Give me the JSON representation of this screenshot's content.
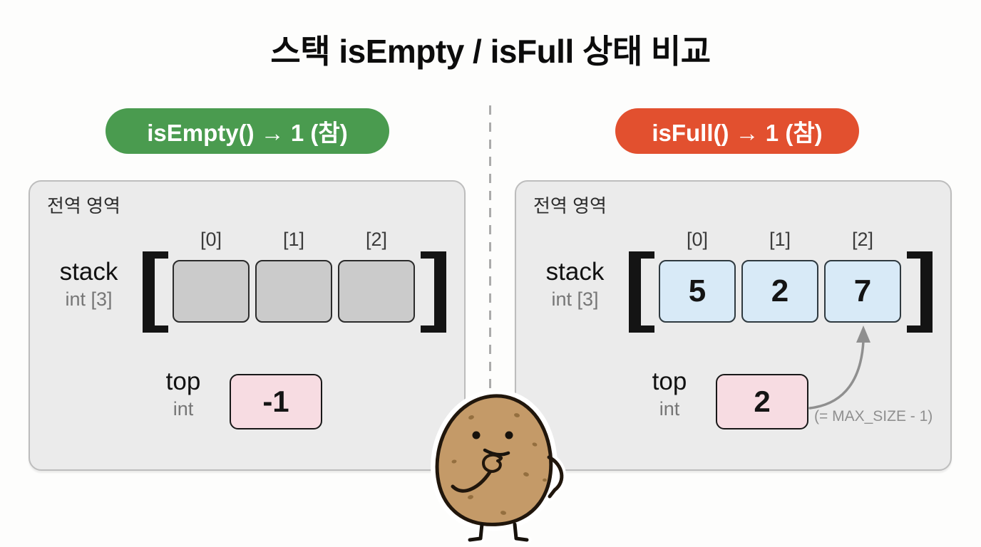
{
  "title": "스택 isEmpty / isFull 상태 비교",
  "left": {
    "badge": "isEmpty() → 1 (참)",
    "panel_label": "전역 영역",
    "stack": {
      "name": "stack",
      "type": "int [3]",
      "indices": [
        "[0]",
        "[1]",
        "[2]"
      ],
      "cells": [
        "",
        "",
        ""
      ]
    },
    "top": {
      "name": "top",
      "type": "int",
      "value": "-1"
    }
  },
  "right": {
    "badge": "isFull() → 1 (참)",
    "panel_label": "전역 영역",
    "stack": {
      "name": "stack",
      "type": "int [3]",
      "indices": [
        "[0]",
        "[1]",
        "[2]"
      ],
      "cells": [
        "5",
        "2",
        "7"
      ]
    },
    "top": {
      "name": "top",
      "type": "int",
      "value": "2"
    },
    "annotation": "(= MAX_SIZE - 1)"
  },
  "mascot": "potato-thinking",
  "colors": {
    "green": "#4a9b4f",
    "red": "#e2502f",
    "panel-bg": "#ebebeb",
    "panel-border": "#bdbdbd",
    "cell-empty": "#cbcbcb",
    "cell-filled": "#d8eaf7",
    "top-box": "#f7dce2",
    "ink": "#141414",
    "potato": "#c49a68"
  }
}
